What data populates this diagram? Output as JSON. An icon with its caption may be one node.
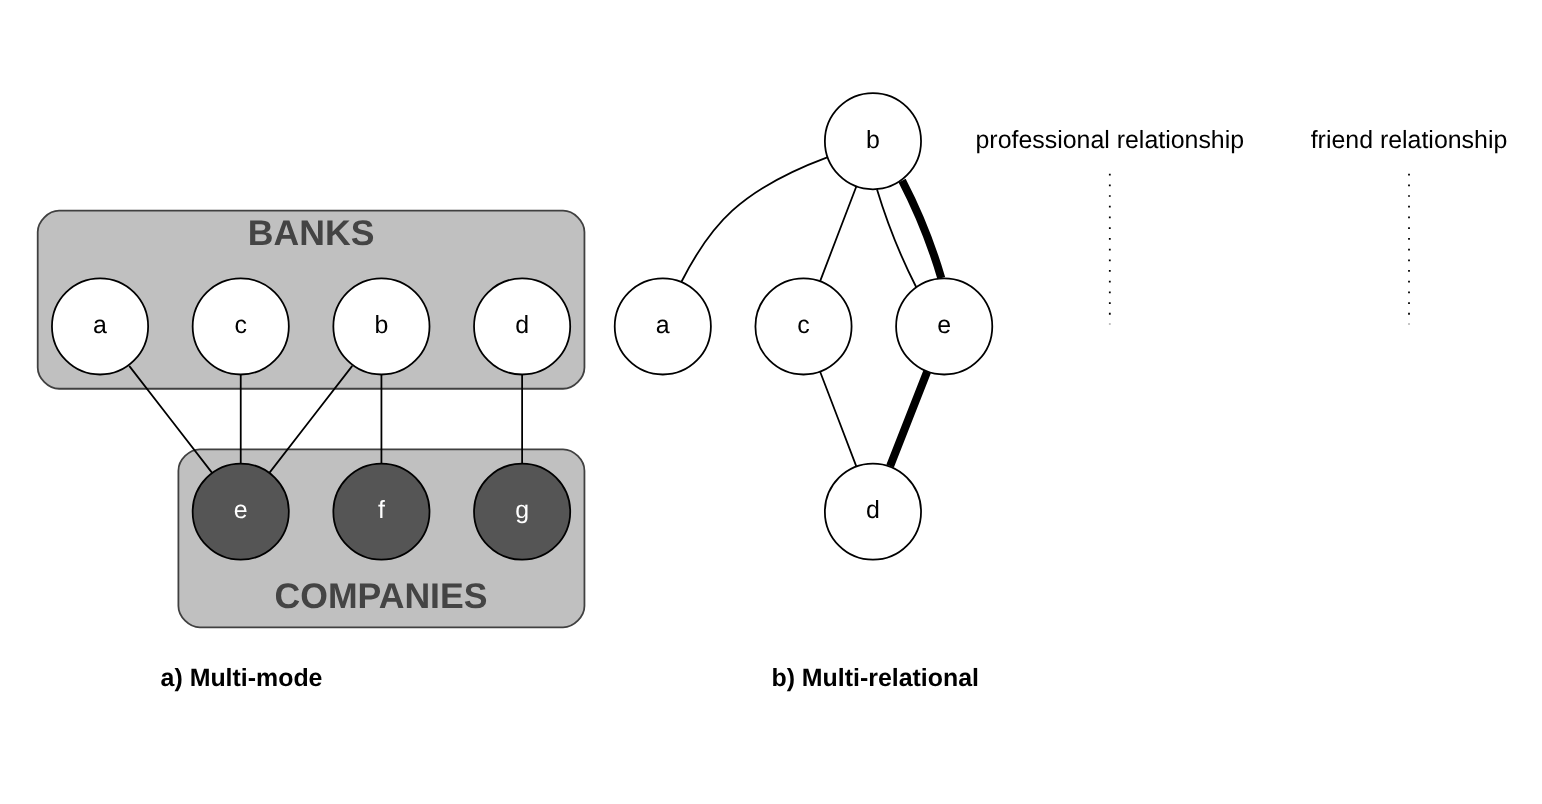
{
  "diagram": {
    "nodes": [
      {
        "text": [
          "BANKS"
        ]
      },
      {
        "text": [
          "a"
        ],
        "in": 0
      },
      {
        "text": [
          "b"
        ],
        "in": 0
      },
      {
        "text": [
          "c"
        ],
        "in": 0
      },
      {
        "text": [
          "d"
        ],
        "in": 0
      },
      {
        "text": [
          "COMPANIES"
        ]
      },
      {
        "text": [
          "e"
        ],
        "in": 5
      },
      {
        "text": [
          "f"
        ],
        "in": 5
      },
      {
        "text": [
          "g"
        ],
        "in": 5
      },
      {
        "text": [
          "a"
        ]
      },
      {
        "text": [
          "b"
        ]
      },
      {
        "text": [
          "c"
        ]
      },
      {
        "text": [
          "d"
        ]
      },
      {
        "text": [
          "e"
        ]
      },
      {
        "text": [
          "professional relationship"
        ]
      },
      {
        "text": [
          "friend relationship"
        ]
      }
    ],
    "edges": [
      {
        "from": 1,
        "to": 6,
        "arrow": "none"
      },
      {
        "from": 2,
        "to": 6,
        "arrow": "none"
      },
      {
        "from": 2,
        "to": 7,
        "arrow": "none"
      },
      {
        "from": 3,
        "to": 6,
        "arrow": "none"
      },
      {
        "from": 4,
        "to": 8,
        "arrow": "none"
      },
      {
        "from": 10,
        "to": 9,
        "arrow": "none"
      },
      {
        "from": 10,
        "to": 13,
        "arrow": "none"
      },
      {
        "from": 10,
        "to": 13,
        "arrow": "none",
        "style": "thick"
      },
      {
        "from": 10,
        "to": 11,
        "arrow": "none"
      },
      {
        "from": 13,
        "to": 12,
        "arrow": "none",
        "style": "thick"
      },
      {
        "from": 11,
        "to": 12,
        "arrow": "none"
      },
      {
        "from": 14,
        "to": null,
        "arrow": "none",
        "style": "dashed"
      },
      {
        "from": 15,
        "to": null,
        "arrow": "none",
        "style": "dashed"
      }
    ],
    "labels": [
      "a) Multi-mode",
      "b) Multi-relational"
    ]
  }
}
